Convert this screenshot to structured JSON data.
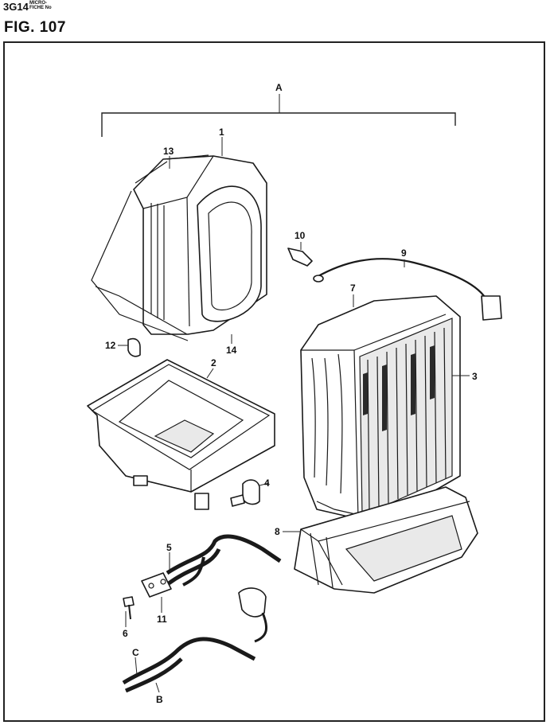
{
  "header": {
    "code": "3G14",
    "microfiche_line1": "MICRO-",
    "microfiche_line2": "FICHE No"
  },
  "figure": {
    "title": "FIG. 107",
    "assembly_label": "A"
  },
  "callouts": {
    "c1": "1",
    "c2": "2",
    "c3": "3",
    "c4": "4",
    "c5": "5",
    "c6": "6",
    "c7": "7",
    "c8": "8",
    "c9": "9",
    "c10": "10",
    "c11": "11",
    "c12": "12",
    "c13": "13",
    "c14": "14",
    "cB": "B",
    "cC": "C"
  }
}
